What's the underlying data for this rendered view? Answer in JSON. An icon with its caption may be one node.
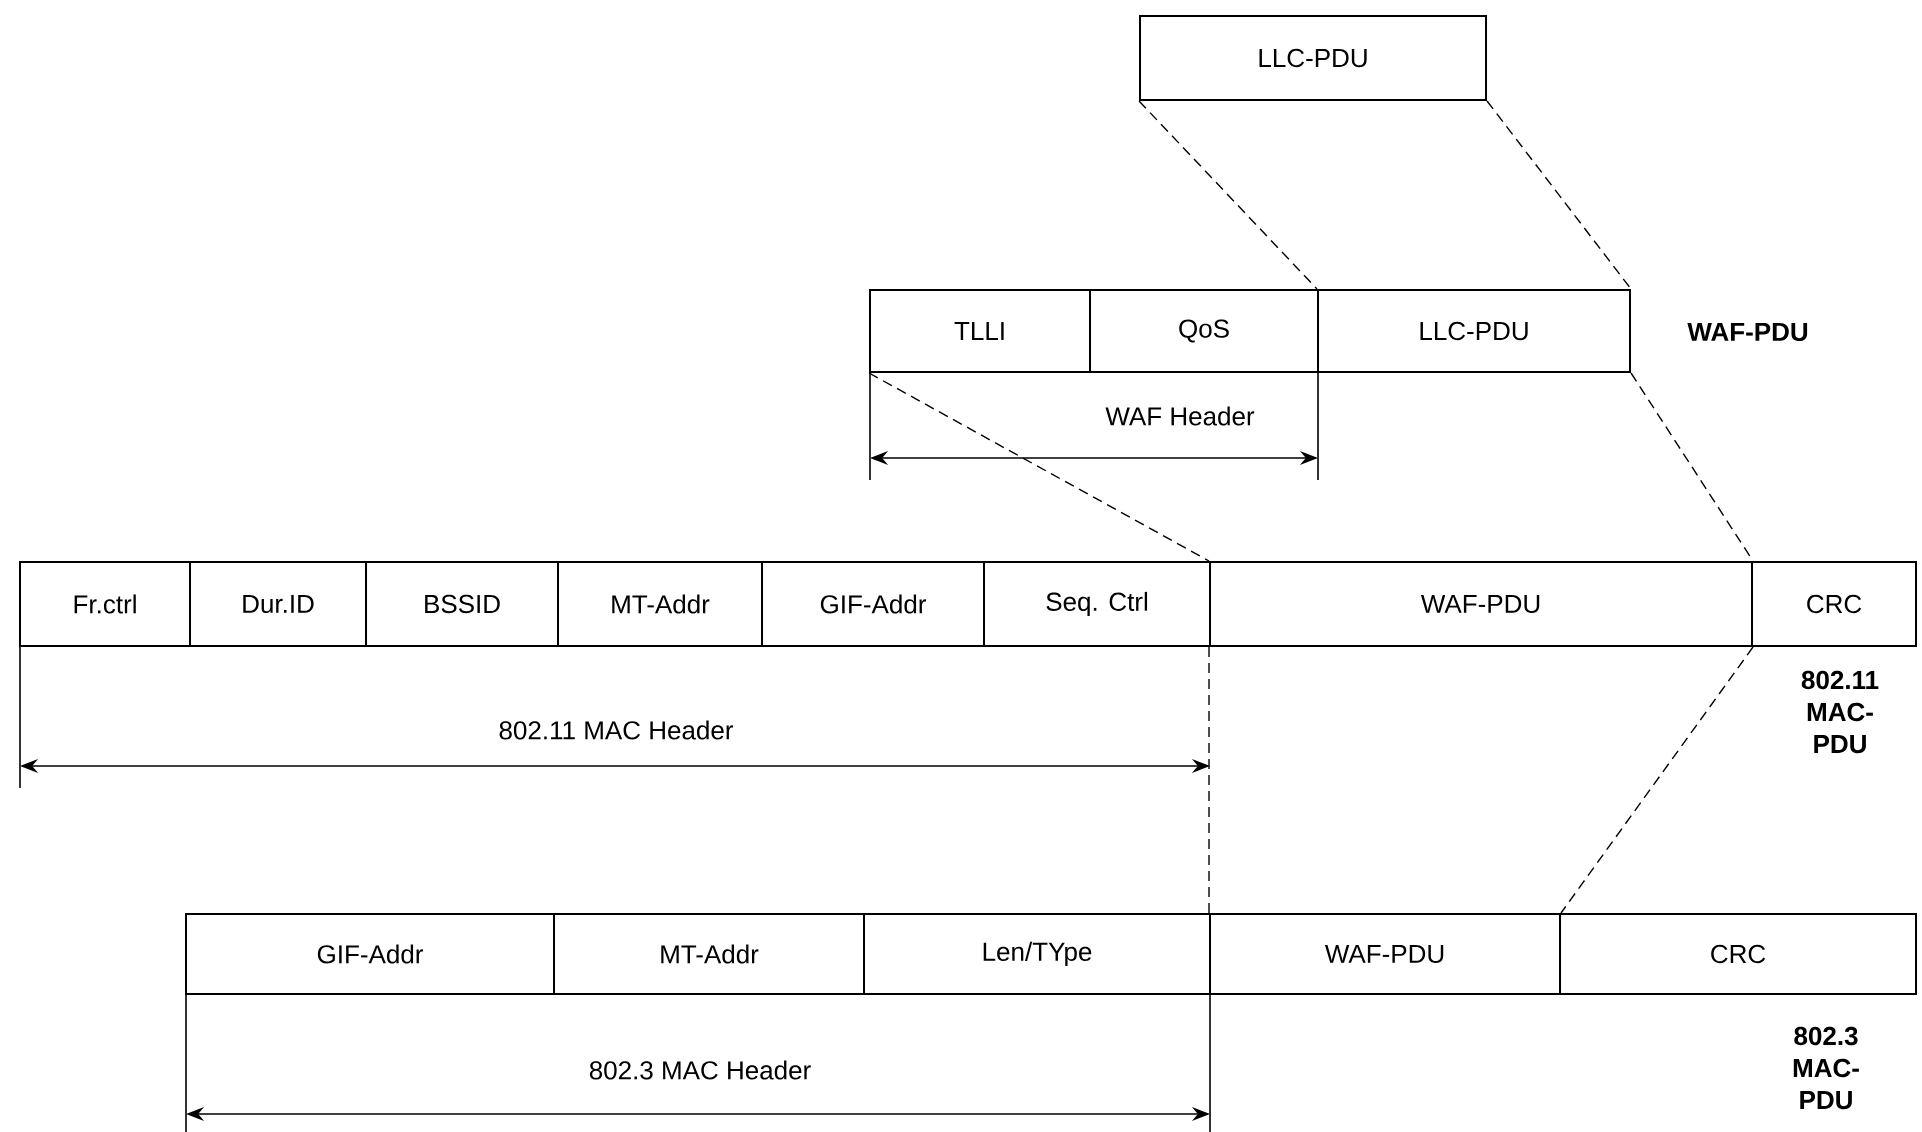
{
  "diagram": {
    "nodes": [
      {
        "text": [
          "LLC-PDU"
        ]
      },
      {
        "text": [
          "TLLI"
        ]
      },
      {
        "text": [
          "QoS"
        ]
      },
      {
        "text": [
          "LLC-PDU"
        ]
      },
      {
        "text": [
          "Fr.ctrl"
        ]
      },
      {
        "text": [
          "Dur.ID"
        ]
      },
      {
        "text": [
          "BSSID"
        ]
      },
      {
        "text": [
          "MT-Addr"
        ]
      },
      {
        "text": [
          "GIF-Addr"
        ]
      },
      {
        "text": [
          "Seq. Ctrl"
        ]
      },
      {
        "text": [
          "WAF-PDU"
        ]
      },
      {
        "text": [
          "CRC"
        ]
      },
      {
        "text": [
          "GIF-Addr"
        ]
      },
      {
        "text": [
          "MT-Addr"
        ]
      },
      {
        "text": [
          "Len/TYpe"
        ]
      },
      {
        "text": [
          "WAF-PDU"
        ]
      },
      {
        "text": [
          "CRC"
        ]
      }
    ],
    "edges": [
      {
        "from": 0,
        "to": 3,
        "arrow": "none",
        "style": "dashed"
      },
      {
        "from": 0,
        "to": 3,
        "arrow": "none",
        "style": "dashed"
      },
      {
        "from": 1,
        "to": 10,
        "arrow": "none",
        "style": "dashed"
      },
      {
        "from": 3,
        "to": 10,
        "arrow": "none",
        "style": "dashed"
      },
      {
        "from": 10,
        "to": 15,
        "arrow": "none",
        "style": "dashed"
      },
      {
        "from": 10,
        "to": 15,
        "arrow": "none",
        "style": "dashed"
      }
    ],
    "labels": [
      "WAF-PDU",
      "WAF Header",
      "802.11 MAC-PDU",
      "802.11 MAC Header",
      "802.3 MAC-PDU",
      "802.3 MAC Header"
    ]
  }
}
